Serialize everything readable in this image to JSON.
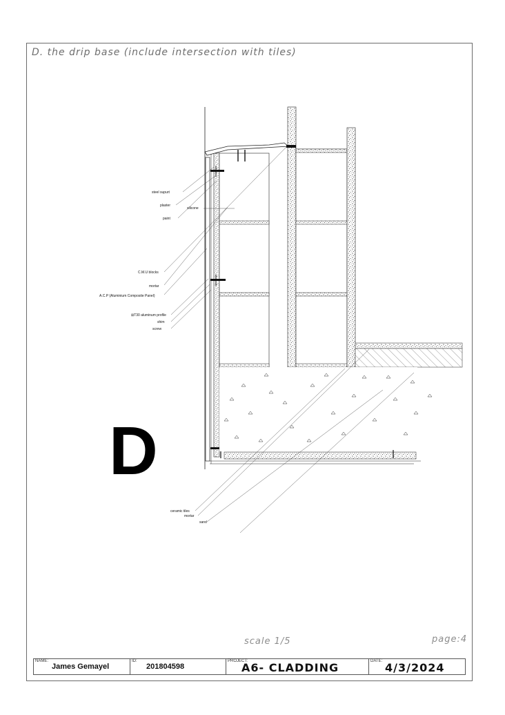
{
  "sheet": {
    "title": "D. the drip base (include intersection with tiles)",
    "detail_letter": "D",
    "scale": "scale  1/5",
    "page": "page:4"
  },
  "labels": {
    "steel_support": "steel supurt",
    "plaster": "plaster",
    "paint": "paint",
    "silicone": "silicone",
    "cmu": "C.M.U blocks",
    "mortar": "mortar",
    "acp": "A.C.P (Aluminium Composite Panel)",
    "alu_profile": "⊞T30 aluminum profile",
    "shim": "shim",
    "screw": "screw",
    "ceramic": "ceramic tiles",
    "mortar2": "mortar",
    "sand": "sand"
  },
  "title_block": {
    "name_caption": "NAME:",
    "name": "James Gemayel",
    "id_caption": "ID:",
    "id": "201804598",
    "project_caption": "PROJECT:",
    "project": "A6- CLADDING",
    "date_caption": "DATE:",
    "date": "4/3/2024"
  }
}
